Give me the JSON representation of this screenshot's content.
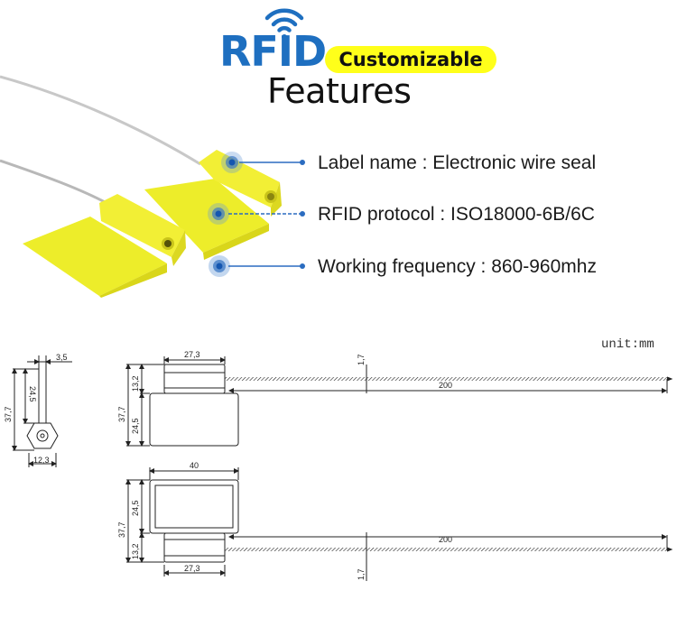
{
  "header": {
    "logo_text": "RFID",
    "badge_label": "Customizable",
    "title": "Features",
    "logo_color": "#1e6fc0",
    "badge_color": "#ffff1a"
  },
  "icons": {
    "wifi": "wifi-signal-icon"
  },
  "specs": [
    {
      "label": "Label name",
      "value": "Electronic wire seal",
      "text": "Label name : Electronic wire seal"
    },
    {
      "label": "RFID protocol",
      "value": "ISO18000-6B/6C",
      "text": "RFID protocol : ISO18000-6B/6C"
    },
    {
      "label": "Working frequency",
      "value": "860-960mhz",
      "text": "Working frequency : 860-960mhz"
    }
  ],
  "drawing": {
    "unit_label": "unit:mm",
    "side_view": {
      "width_top": "3,5",
      "height_total": "37,7",
      "height_stem": "24,5",
      "width_base": "12,3"
    },
    "front_view": {
      "head_width": "27,3",
      "head_height": "13,2",
      "total_height": "37,7",
      "body_height": "24,5",
      "wire_diameter": "1,7",
      "wire_length": "200"
    },
    "top_view": {
      "body_width": "40",
      "body_height": "24,5",
      "total_height": "37,7",
      "head_height": "13,2",
      "head_width": "27,3",
      "wire_length": "200",
      "wire_diameter": "1,7"
    }
  }
}
